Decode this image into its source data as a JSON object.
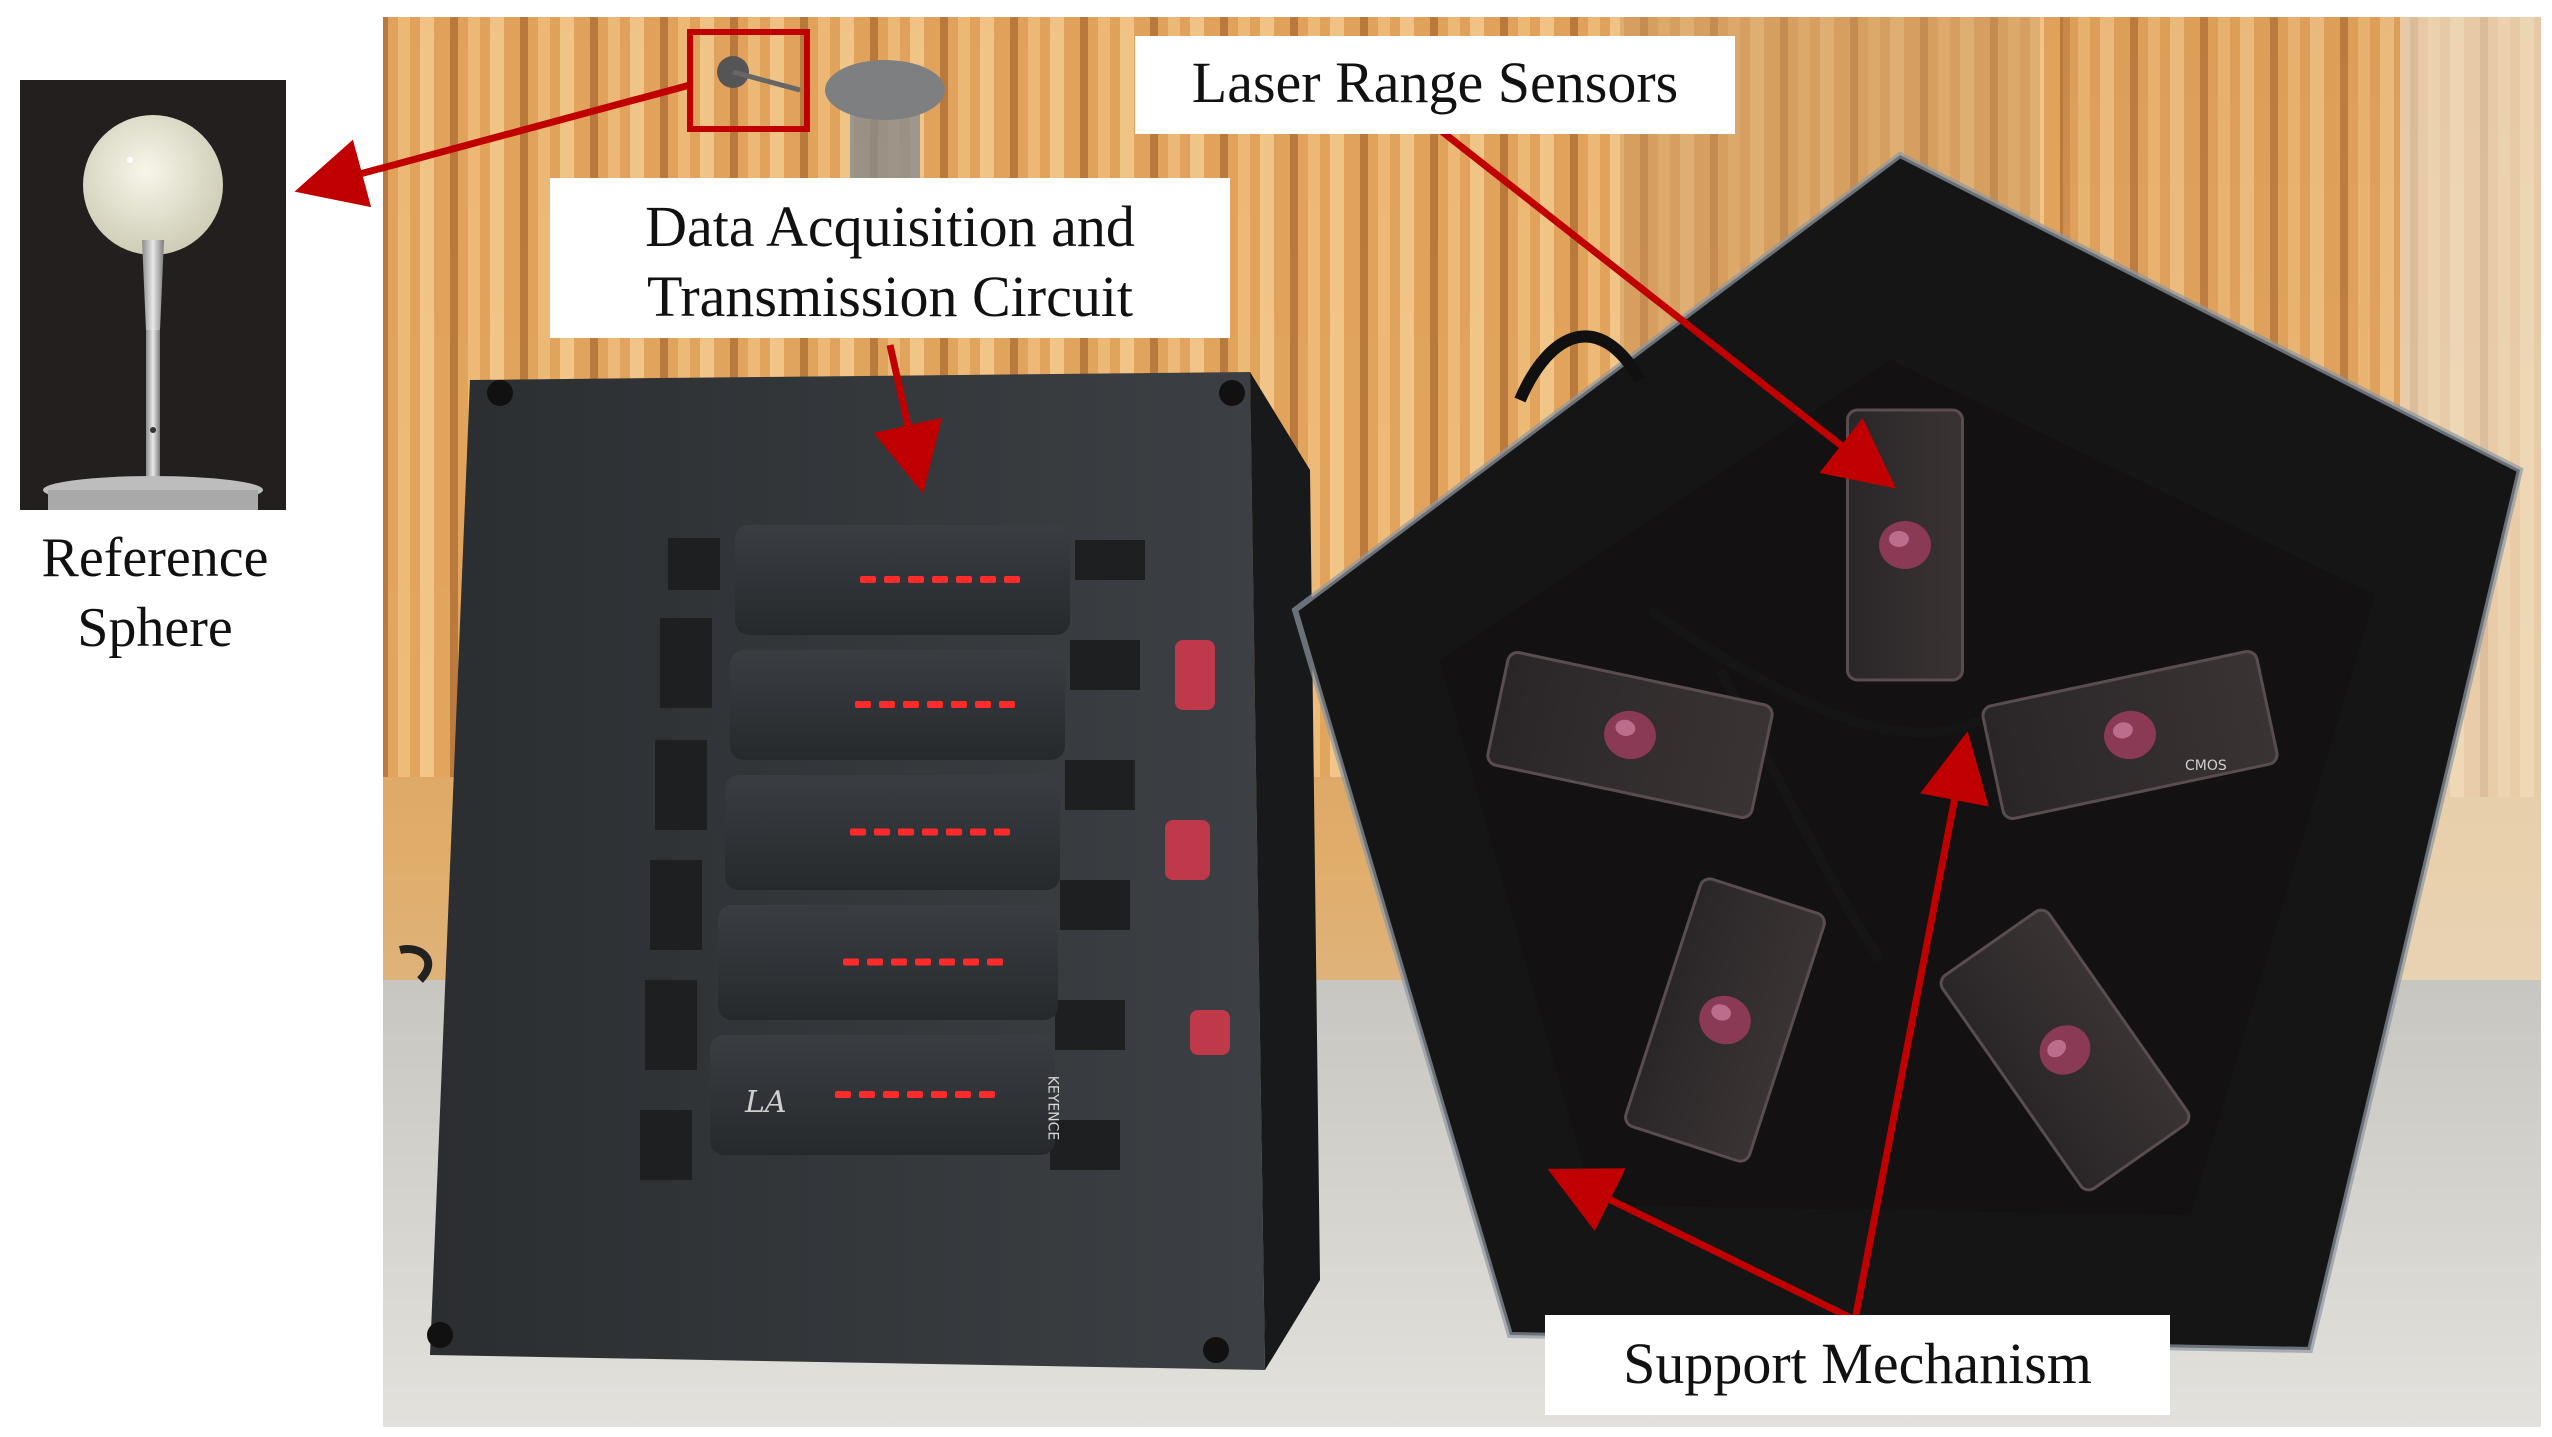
{
  "labels": {
    "reference": "Reference Sphere",
    "daq": "Data Acquisition and Transmission Circuit",
    "sensors": "Laser Range Sensors",
    "support": "Support Mechanism"
  },
  "device_text": {
    "brand": "KEYENCE",
    "model": "LA",
    "sensor_chip": "CMOS"
  },
  "colors": {
    "annotation": "#c00000",
    "curtain": "#d7994f",
    "housing": "#1a1a1a",
    "led": "#ff2a2a"
  }
}
